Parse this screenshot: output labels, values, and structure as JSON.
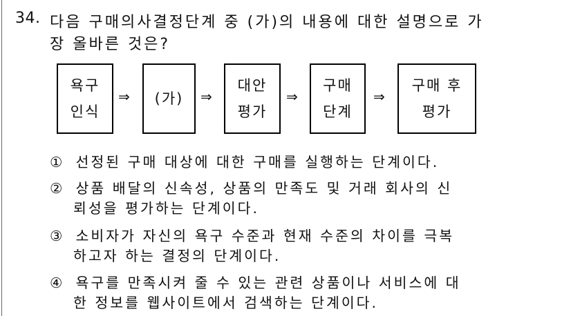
{
  "question": {
    "number": "34.",
    "text_line1": "다음 구매의사결정단계 중 (가)의 내용에 대한 설명으로 가",
    "text_line2": "장 올바른 것은?"
  },
  "flow": {
    "boxes": [
      {
        "line1": "욕구",
        "line2": "인식"
      },
      {
        "line1": "(가)",
        "line2": ""
      },
      {
        "line1": "대안",
        "line2": "평가"
      },
      {
        "line1": "구매",
        "line2": "단계"
      },
      {
        "line1": "구매 후",
        "line2": "평가"
      }
    ],
    "arrow": "⇒"
  },
  "options": [
    {
      "mark": "①",
      "line1": "선정된 구매 대상에 대한 구매를 실행하는 단계이다.",
      "line2": ""
    },
    {
      "mark": "②",
      "line1": "상품 배달의 신속성, 상품의 만족도 및 거래 회사의 신",
      "line2": "뢰성을 평가하는 단계이다."
    },
    {
      "mark": "③",
      "line1": "소비자가 자신의 욕구 수준과 현재 수준의 차이를 극복",
      "line2": "하고자 하는 결정의 단계이다."
    },
    {
      "mark": "④",
      "line1": "욕구를 만족시켜 줄 수 있는 관련 상품이나 서비스에 대",
      "line2": "한 정보를 웹사이트에서 검색하는 단계이다."
    }
  ]
}
